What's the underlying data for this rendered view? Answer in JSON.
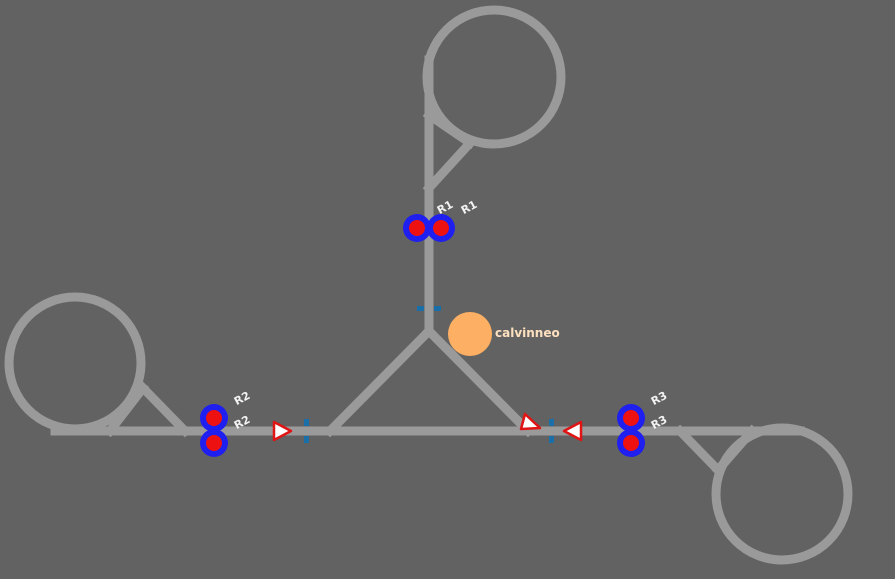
{
  "colors": {
    "background": "#616261",
    "track": "#9a9a9a",
    "station_outer": "#1f1ff0",
    "station_inner": "#ee1111",
    "signal_fill": "#ffffff",
    "signal_stroke": "#e01414",
    "sensor": "#1a6fa8",
    "player": "#fdb063",
    "player_label": "#fde0c0",
    "label": "#f2f2f2"
  },
  "player": {
    "name": "calvinneo"
  },
  "stations": {
    "r1": {
      "a": "R1",
      "b": "R1"
    },
    "r2": {
      "a": "R2",
      "b": "R2"
    },
    "r3": {
      "a": "R3",
      "b": "R3"
    }
  },
  "icons": {
    "station": "station-marker-icon",
    "signal": "triangle-signal-icon",
    "sensor": "track-sensor-icon",
    "player": "player-circle-icon"
  }
}
